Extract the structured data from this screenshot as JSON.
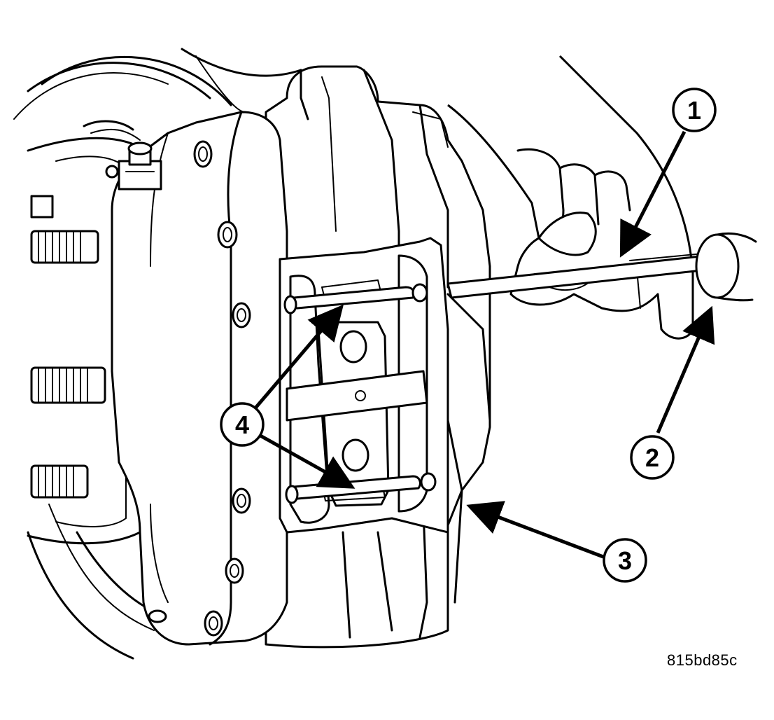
{
  "figure": {
    "code": "815bd85c"
  },
  "callouts": [
    {
      "id": "1",
      "label": "1"
    },
    {
      "id": "2",
      "label": "2"
    },
    {
      "id": "3",
      "label": "3"
    },
    {
      "id": "4",
      "label": "4"
    }
  ],
  "colors": {
    "ink": "#000000",
    "paper": "#ffffff"
  }
}
